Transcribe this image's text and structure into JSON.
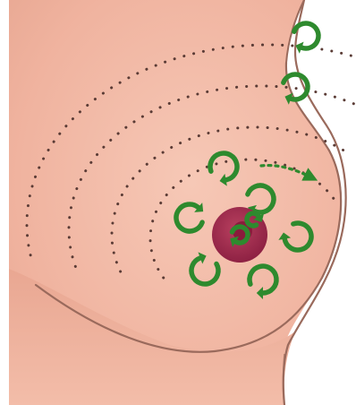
{
  "illustration": {
    "subject": "breast-self-exam-massage-pattern",
    "colors": {
      "background": "#ffffff",
      "skin": "#f1b8a3",
      "skin_shadow": "#e39f8a",
      "skin_outline": "#9a6a5c",
      "dotted_path": "#5a3b35",
      "arrow": "#2e8a2e",
      "nipple": "#9b2548",
      "areola": "#a73a55"
    },
    "dotted_rings": 4,
    "circular_arrows_count": 11,
    "straight_arrows_count": 1
  }
}
